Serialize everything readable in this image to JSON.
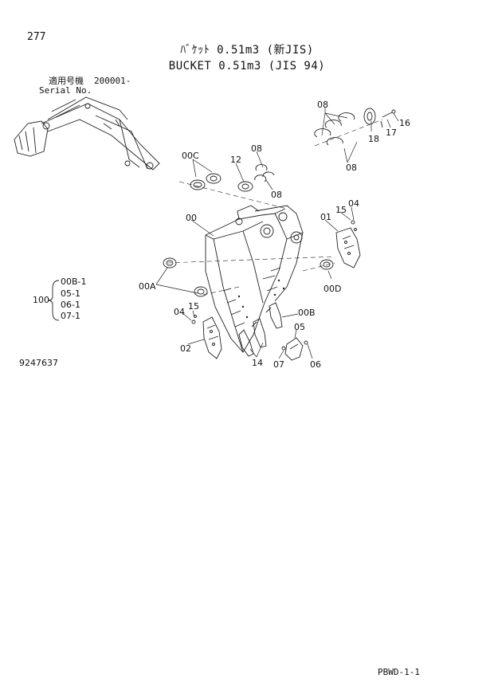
{
  "page": {
    "number": "277",
    "footer": "PBWD-1-1",
    "drawing_no": "9247637"
  },
  "title": {
    "line1": "ﾊﾞｹｯﾄ 0.51m3 (新JIS)",
    "line2": "BUCKET 0.51m3 (JIS 94)"
  },
  "applicable": {
    "label_ja": "適用号機",
    "serial_range": "200001-",
    "label_en": "Serial No."
  },
  "kit": {
    "number": "100",
    "items": [
      "00B-1",
      "05-1",
      "06-1",
      "07-1"
    ]
  },
  "parts": {
    "p08_top_a": "08",
    "p08_top_b": "08",
    "p08_mid_a": "08",
    "p08_mid_b": "08",
    "p16": "16",
    "p17": "17",
    "p18": "18",
    "p00C": "00C",
    "p12": "12",
    "p00": "00",
    "p15_right": "15",
    "p04_right": "04",
    "p01": "01",
    "p00D": "00D",
    "p00A": "00A",
    "p04_left": "04",
    "p15_left": "15",
    "p02": "02",
    "p00B": "00B",
    "p05": "05",
    "p14": "14",
    "p07": "07",
    "p06": "06"
  }
}
